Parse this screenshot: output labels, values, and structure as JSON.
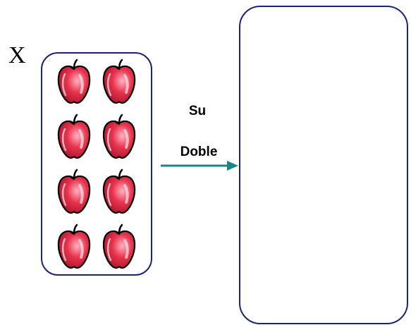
{
  "variable_label": "X",
  "apples": {
    "count": 8,
    "icon": "apple-icon",
    "body_color": "#e8344e",
    "outline_color": "#000000"
  },
  "arrow": {
    "line1": "Su",
    "line2": "Doble",
    "color": "#1a8585"
  },
  "result_box": {
    "content": ""
  },
  "box_border_color": "#1a237e"
}
